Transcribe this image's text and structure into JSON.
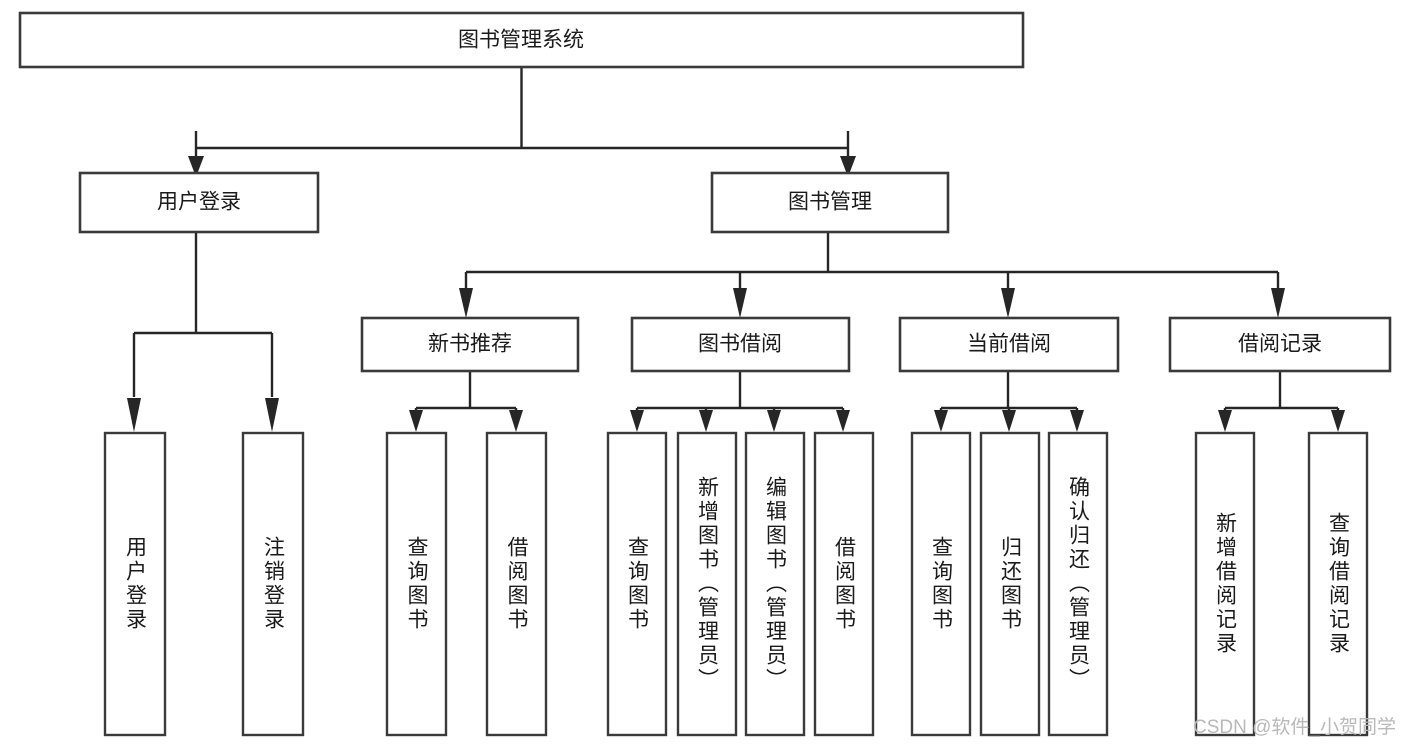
{
  "diagram": {
    "type": "hierarchy-tree",
    "title": "图书管理系统",
    "watermark": "CSDN @软件_小贺同学",
    "colors": {
      "box_stroke": "#3a3a3a",
      "connector": "#262626",
      "text": "#1a1a1a",
      "background": "#ffffff",
      "watermark": "#b9b9b9"
    },
    "root": {
      "label": "图书管理系统",
      "id": "root-system"
    },
    "level1": [
      {
        "id": "user-login",
        "label": "用户登录"
      },
      {
        "id": "book-management",
        "label": "图书管理"
      }
    ],
    "level2": [
      {
        "id": "new-book-recommend",
        "label": "新书推荐",
        "parent": "book-management"
      },
      {
        "id": "book-borrow",
        "label": "图书借阅",
        "parent": "book-management"
      },
      {
        "id": "current-borrow",
        "label": "当前借阅",
        "parent": "book-management"
      },
      {
        "id": "borrow-record",
        "label": "借阅记录",
        "parent": "book-management"
      }
    ],
    "leaves": [
      {
        "id": "leaf-user-login",
        "label": "用户登录",
        "parent": "user-login"
      },
      {
        "id": "leaf-user-logout",
        "label": "注销登录",
        "parent": "user-login"
      },
      {
        "id": "leaf-query-book-1",
        "label": "查询图书",
        "parent": "new-book-recommend"
      },
      {
        "id": "leaf-borrow-book-1",
        "label": "借阅图书",
        "parent": "new-book-recommend"
      },
      {
        "id": "leaf-query-book-2",
        "label": "查询图书",
        "parent": "book-borrow"
      },
      {
        "id": "leaf-add-book",
        "label": "新增图书（管理员）",
        "parent": "book-borrow"
      },
      {
        "id": "leaf-edit-book",
        "label": "编辑图书（管理员）",
        "parent": "book-borrow"
      },
      {
        "id": "leaf-borrow-book-2",
        "label": "借阅图书",
        "parent": "book-borrow"
      },
      {
        "id": "leaf-query-book-3",
        "label": "查询图书",
        "parent": "current-borrow"
      },
      {
        "id": "leaf-return-book",
        "label": "归还图书",
        "parent": "current-borrow"
      },
      {
        "id": "leaf-confirm-return",
        "label": "确认归还（管理员）",
        "parent": "current-borrow"
      },
      {
        "id": "leaf-add-record",
        "label": "新增借阅记录",
        "parent": "borrow-record"
      },
      {
        "id": "leaf-query-record",
        "label": "查询借阅记录",
        "parent": "borrow-record"
      }
    ]
  }
}
